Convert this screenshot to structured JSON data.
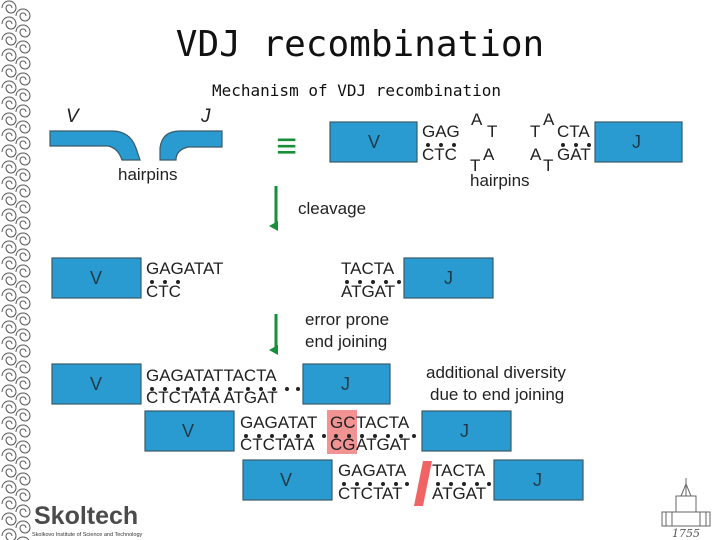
{
  "slide": {
    "title": "VDJ recombination",
    "subtitle": "Mechanism of VDJ recombination",
    "logo": {
      "name": "Skoltech",
      "tagline": "Skolkovo Institute of Science and Technology"
    },
    "emblem_year": "1755"
  },
  "diagram": {
    "colors": {
      "segment_fill": "#2a9bd0",
      "segment_stroke": "#3a5a6a",
      "arrow": "#1a8f3a",
      "highlight": "#f08080"
    },
    "top_left": {
      "label_v": "V",
      "label_j": "J",
      "caption": "hairpins"
    },
    "equiv_symbol": "≡",
    "top_right": {
      "segment_v": "V",
      "segment_j": "J",
      "top_left_seq": "GAG",
      "bottom_left_seq": "CTC",
      "loop_left_top": "A",
      "loop_left_t": "T",
      "loop_left_bottom_t": "T",
      "loop_left_a": "A",
      "loop_right_a": "A",
      "loop_right_t_top": "T",
      "loop_right_a_bottom": "A",
      "loop_right_t_bottom": "T",
      "top_right_seq": "CTA",
      "bottom_right_seq": "GAT",
      "caption": "hairpins"
    },
    "step1": {
      "label": "cleavage"
    },
    "row2": {
      "segment_v": "V",
      "segment_j": "J",
      "v_top": "GAGATAT",
      "v_bottom": "CTC",
      "j_top": "TACTA",
      "j_bottom": "ATGAT"
    },
    "step2": {
      "label_line1": "error prone",
      "label_line2": "end joining"
    },
    "row3": {
      "segment_v": "V",
      "segment_j": "J",
      "top": "GAGATATTACTA",
      "bottom": "CTCTATA ATGAT"
    },
    "diversity_note": {
      "line1": "additional diversity",
      "line2": "due to end joining"
    },
    "row4": {
      "segment_v": "V",
      "segment_j": "J",
      "top_left": "GAGATAT",
      "top_mid": "GC",
      "top_right": "TACTA",
      "bottom_left": "CTCTATA",
      "bottom_mid": "CG",
      "bottom_right": "ATGAT"
    },
    "row5": {
      "segment_v": "V",
      "segment_j": "J",
      "top_left": "GAGATA",
      "top_right": "TACTA",
      "bottom_left": "CTCTAT",
      "bottom_right": "ATGAT"
    }
  }
}
